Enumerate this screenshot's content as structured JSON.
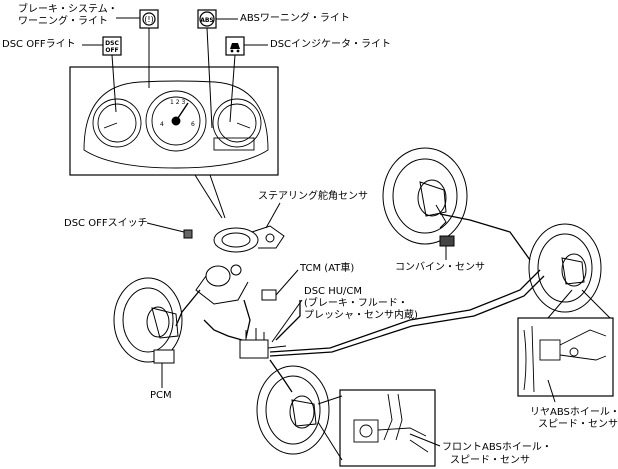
{
  "labels": {
    "brake_system_warning_line1": "ブレーキ・システム・",
    "brake_system_warning_line2": "ワーニング・ライト",
    "abs_warning": "ABSワーニング・ライト",
    "dsc_off_light": "DSC OFFライト",
    "dsc_indicator": "DSCインジケータ・ライト",
    "steering_angle_sensor": "ステアリング舵角センサ",
    "dsc_off_switch": "DSC OFFスイッチ",
    "combine_sensor": "コンバイン・センサ",
    "tcm": "TCM (AT車)",
    "dsc_hu_cm_line1": "DSC HU/CM",
    "dsc_hu_cm_line2": "(ブレーキ・フルード・",
    "dsc_hu_cm_line3": "プレッシャ・センサ内蔵)",
    "pcm": "PCM",
    "rear_abs_line1": "リヤABSホイール・",
    "rear_abs_line2": "スピード・センサ",
    "front_abs_line1": "フロントABSホイール・",
    "front_abs_line2": "スピード・センサ"
  },
  "icons": {
    "brake_warning": "(!)",
    "abs_warning": "ABS",
    "dsc_off_top": "DSC",
    "dsc_off_bottom": "OFF"
  }
}
